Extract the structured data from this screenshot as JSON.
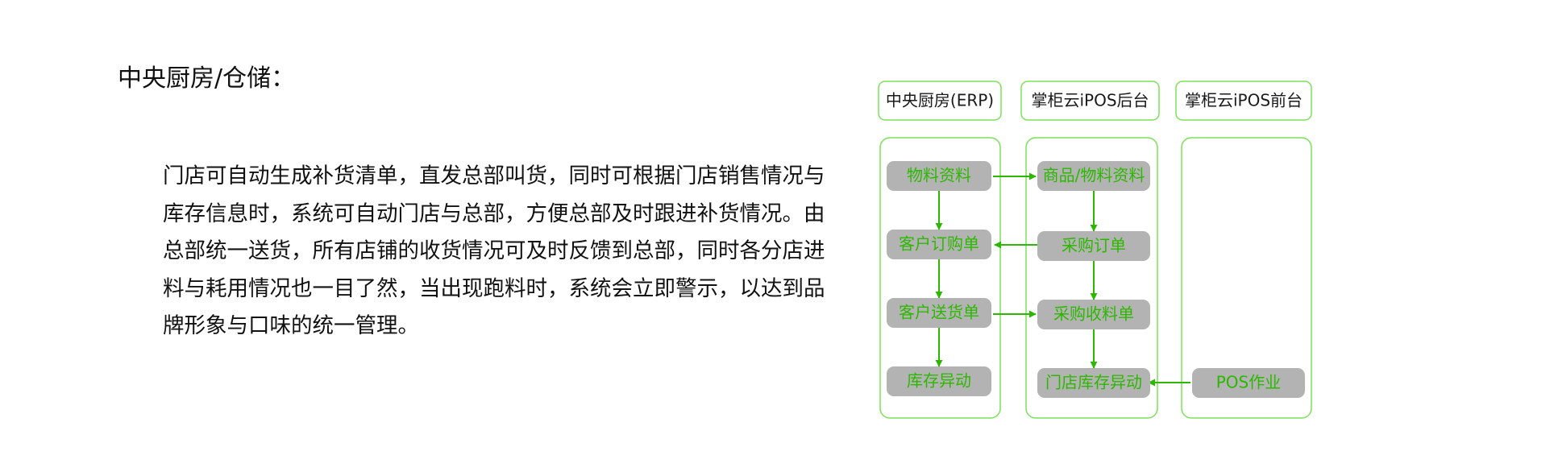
{
  "heading": "中央厨房/仓储：",
  "description_lines": [
    "门店可自动生成补货清单，直发总部叫货，同时可根据门店销售情况与",
    "库存信息时，系统可自动门店与总部，方便总部及时跟进补货情况。由",
    "总部统一送货，所有店铺的收货情况可及时反馈到总部，同时各分店进",
    "料与耗用情况也一目了然，当出现跑料时，系统会立即警示，以达到品",
    "牌形象与口味的统一管理。"
  ],
  "diagram": {
    "columns": [
      {
        "header": "中央厨房(ERP)",
        "nodes": [
          "物料资料",
          "客户订购单",
          "客户送货单",
          "库存异动"
        ]
      },
      {
        "header": "掌柜云iPOS后台",
        "nodes": [
          "商品/物料资料",
          "采购订单",
          "采购收料单",
          "门店库存异动"
        ]
      },
      {
        "header": "掌柜云iPOS前台",
        "nodes": [
          "POS作业"
        ]
      }
    ],
    "colors": {
      "border": "#7ce05a",
      "arrow": "#2db800",
      "node_fill": "#b3b3b3",
      "node_text": "#2db800"
    }
  }
}
